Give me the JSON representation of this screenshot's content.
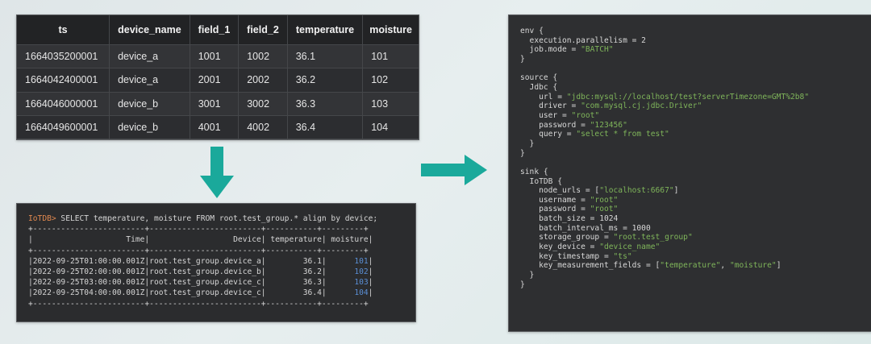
{
  "table": {
    "headers": [
      "ts",
      "device_name",
      "field_1",
      "field_2",
      "temperature",
      "moisture"
    ],
    "rows": [
      [
        "1664035200001",
        "device_a",
        "1001",
        "1002",
        "36.1",
        "101"
      ],
      [
        "1664042400001",
        "device_a",
        "2001",
        "2002",
        "36.2",
        "102"
      ],
      [
        "1664046000001",
        "device_b",
        "3001",
        "3002",
        "36.3",
        "103"
      ],
      [
        "1664049600001",
        "device_b",
        "4001",
        "4002",
        "36.4",
        "104"
      ]
    ]
  },
  "colors": {
    "arrow": "#1aa99b",
    "panel_bg": "#2f3032",
    "string": "#7fb55a",
    "prompt": "#e0884f",
    "number": "#5a8fd6"
  },
  "terminal": {
    "prompt": "IoTDB>",
    "query": " SELECT temperature, moisture FROM root.test_group.* align by device;",
    "separator": "+------------------------+------------------------+-----------+---------+",
    "header": "|                    Time|                  Device| temperature| moisture|",
    "rows": [
      {
        "time": "2022-09-25T01:00:00.001Z",
        "device": "root.test_group.device_a",
        "temperature": "36.1",
        "moisture": "101"
      },
      {
        "time": "2022-09-25T02:00:00.001Z",
        "device": "root.test_group.device_b",
        "temperature": "36.2",
        "moisture": "102"
      },
      {
        "time": "2022-09-25T03:00:00.001Z",
        "device": "root.test_group.device_c",
        "temperature": "36.3",
        "moisture": "103"
      },
      {
        "time": "2022-09-25T04:00:00.001Z",
        "device": "root.test_group.device_c",
        "temperature": "36.4",
        "moisture": "104"
      }
    ]
  },
  "config": {
    "lines": [
      [
        {
          "t": "env {"
        }
      ],
      [
        {
          "t": "  execution.parallelism = 2"
        }
      ],
      [
        {
          "t": "  job.mode = "
        },
        {
          "t": "\"BATCH\"",
          "s": true
        }
      ],
      [
        {
          "t": "}"
        }
      ],
      [
        {
          "t": ""
        }
      ],
      [
        {
          "t": "source {"
        }
      ],
      [
        {
          "t": "  Jdbc {"
        }
      ],
      [
        {
          "t": "    url = "
        },
        {
          "t": "\"jdbc:mysql://localhost/test?serverTimezone=GMT%2b8\"",
          "s": true
        }
      ],
      [
        {
          "t": "    driver = "
        },
        {
          "t": "\"com.mysql.cj.jdbc.Driver\"",
          "s": true
        }
      ],
      [
        {
          "t": "    user = "
        },
        {
          "t": "\"root\"",
          "s": true
        }
      ],
      [
        {
          "t": "    password = "
        },
        {
          "t": "\"123456\"",
          "s": true
        }
      ],
      [
        {
          "t": "    query = "
        },
        {
          "t": "\"select * from test\"",
          "s": true
        }
      ],
      [
        {
          "t": "  }"
        }
      ],
      [
        {
          "t": "}"
        }
      ],
      [
        {
          "t": ""
        }
      ],
      [
        {
          "t": "sink {"
        }
      ],
      [
        {
          "t": "  IoTDB {"
        }
      ],
      [
        {
          "t": "    node_urls = ["
        },
        {
          "t": "\"localhost:6667\"",
          "s": true
        },
        {
          "t": "]"
        }
      ],
      [
        {
          "t": "    username = "
        },
        {
          "t": "\"root\"",
          "s": true
        }
      ],
      [
        {
          "t": "    password = "
        },
        {
          "t": "\"root\"",
          "s": true
        }
      ],
      [
        {
          "t": "    batch_size = 1024"
        }
      ],
      [
        {
          "t": "    batch_interval_ms = 1000"
        }
      ],
      [
        {
          "t": "    storage_group = "
        },
        {
          "t": "\"root.test_group\"",
          "s": true
        }
      ],
      [
        {
          "t": "    key_device = "
        },
        {
          "t": "\"device_name\"",
          "s": true
        }
      ],
      [
        {
          "t": "    key_timestamp = "
        },
        {
          "t": "\"ts\"",
          "s": true
        }
      ],
      [
        {
          "t": "    key_measurement_fields = ["
        },
        {
          "t": "\"temperature\"",
          "s": true
        },
        {
          "t": ", "
        },
        {
          "t": "\"moisture\"",
          "s": true
        },
        {
          "t": "]"
        }
      ],
      [
        {
          "t": "  }"
        }
      ],
      [
        {
          "t": "}"
        }
      ]
    ]
  }
}
